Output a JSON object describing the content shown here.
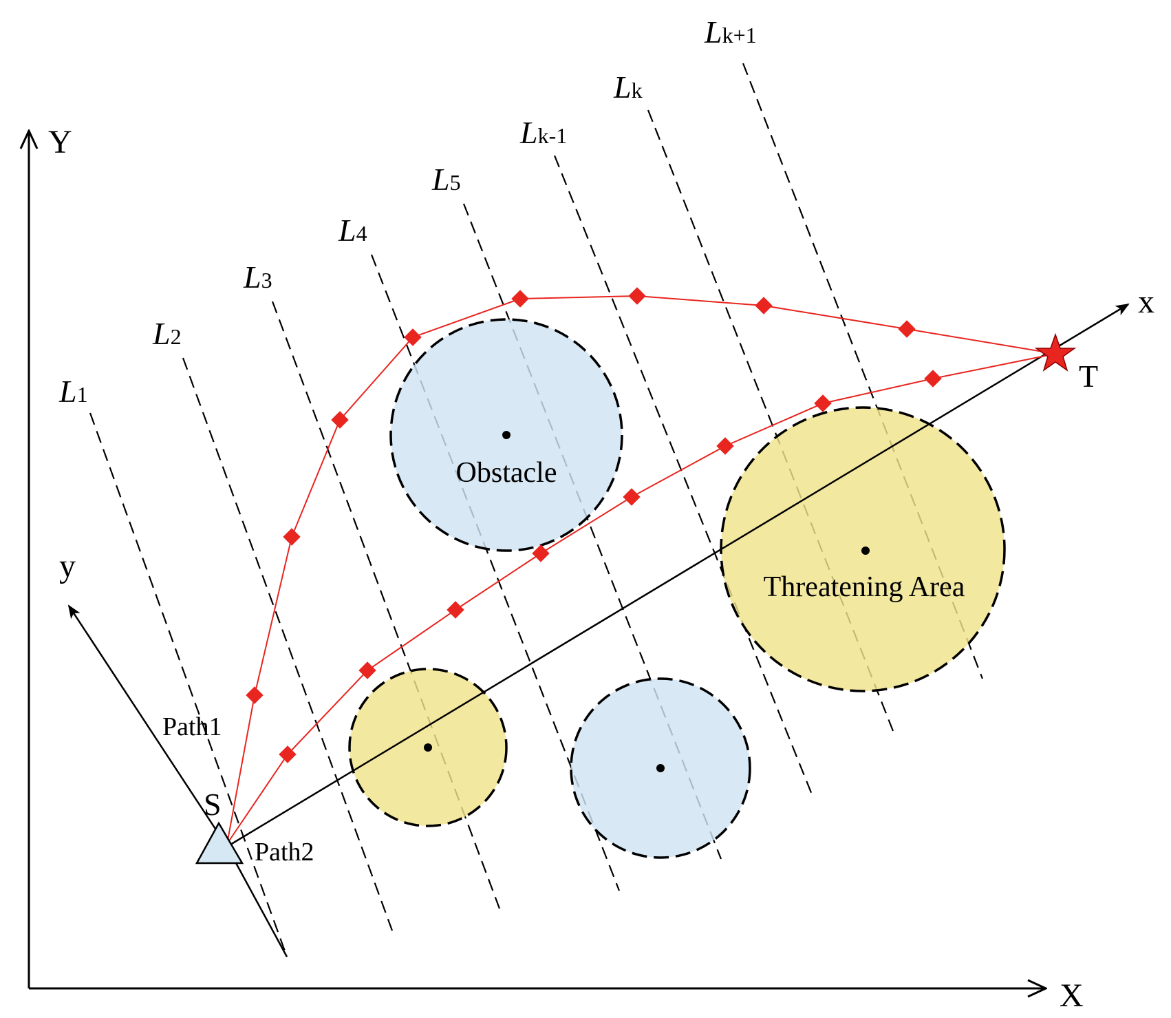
{
  "axes": {
    "global_x_label": "X",
    "global_y_label": "Y",
    "local_x_label": "x",
    "local_y_label": "y"
  },
  "points": {
    "start_label": "S",
    "target_label": "T"
  },
  "scan_lines": [
    {
      "letter": "L",
      "sub": "1"
    },
    {
      "letter": "L",
      "sub": "2"
    },
    {
      "letter": "L",
      "sub": "3"
    },
    {
      "letter": "L",
      "sub": "4"
    },
    {
      "letter": "L",
      "sub": "5"
    },
    {
      "letter": "L",
      "sub": "k-1"
    },
    {
      "letter": "L",
      "sub": "k"
    },
    {
      "letter": "L",
      "sub": "k+1"
    }
  ],
  "regions": {
    "obstacle_label": "Obstacle",
    "threat_label": "Threatening Area"
  },
  "paths": {
    "path1_label": "Path1",
    "path2_label": "Path2"
  },
  "colors": {
    "obstacle_fill": "#cfe3f2",
    "threat_fill": "#f0e38a",
    "path": "#e8251f",
    "start_fill": "#d6e8f4",
    "star_fill": "#e8251f"
  }
}
